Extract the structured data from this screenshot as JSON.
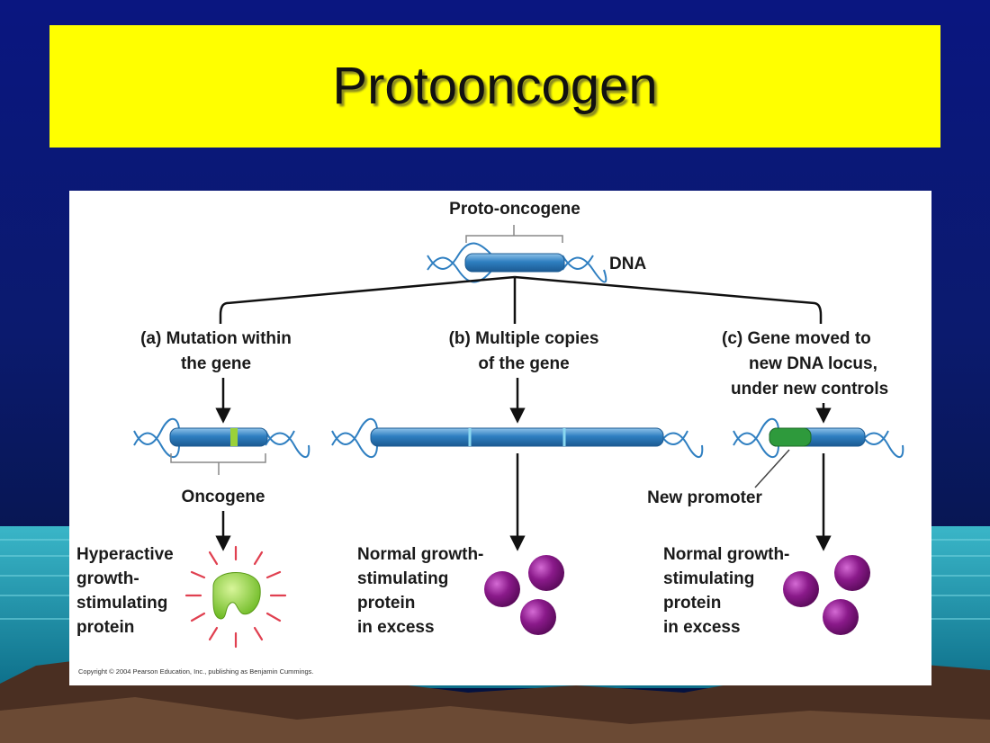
{
  "slide": {
    "title": "Protooncogen"
  },
  "diagram": {
    "top_label": "Proto-oncogene",
    "dna_label": "DNA",
    "branch_a": {
      "line1": "(a) Mutation within",
      "line2": "the gene"
    },
    "branch_b": {
      "line1": "(b) Multiple copies",
      "line2": "of the gene"
    },
    "branch_c": {
      "line1": "(c) Gene moved to",
      "line2": "new DNA locus,",
      "line3": "under new controls"
    },
    "oncogene_label": "Oncogene",
    "new_promoter_label": "New promoter",
    "result_a": {
      "line1": "Hyperactive",
      "line2": "growth-",
      "line3": "stimulating",
      "line4": "protein"
    },
    "result_b": {
      "line1": "Normal growth-",
      "line2": "stimulating",
      "line3": "protein",
      "line4": "in excess"
    },
    "result_c": {
      "line1": "Normal growth-",
      "line2": "stimulating",
      "line3": "protein",
      "line4": "in excess"
    },
    "copyright": "Copyright © 2004 Pearson Education, Inc., publishing as Benjamin Cummings."
  },
  "colors": {
    "banner": "#ffff00",
    "gene_blue": "#2f7fc1",
    "mutation": "#9ad13a",
    "promoter": "#2e9a3c",
    "protein_purple": "#8a1a8a",
    "hyperactive_green": "#7ccc2a",
    "rays": "#e04050"
  }
}
